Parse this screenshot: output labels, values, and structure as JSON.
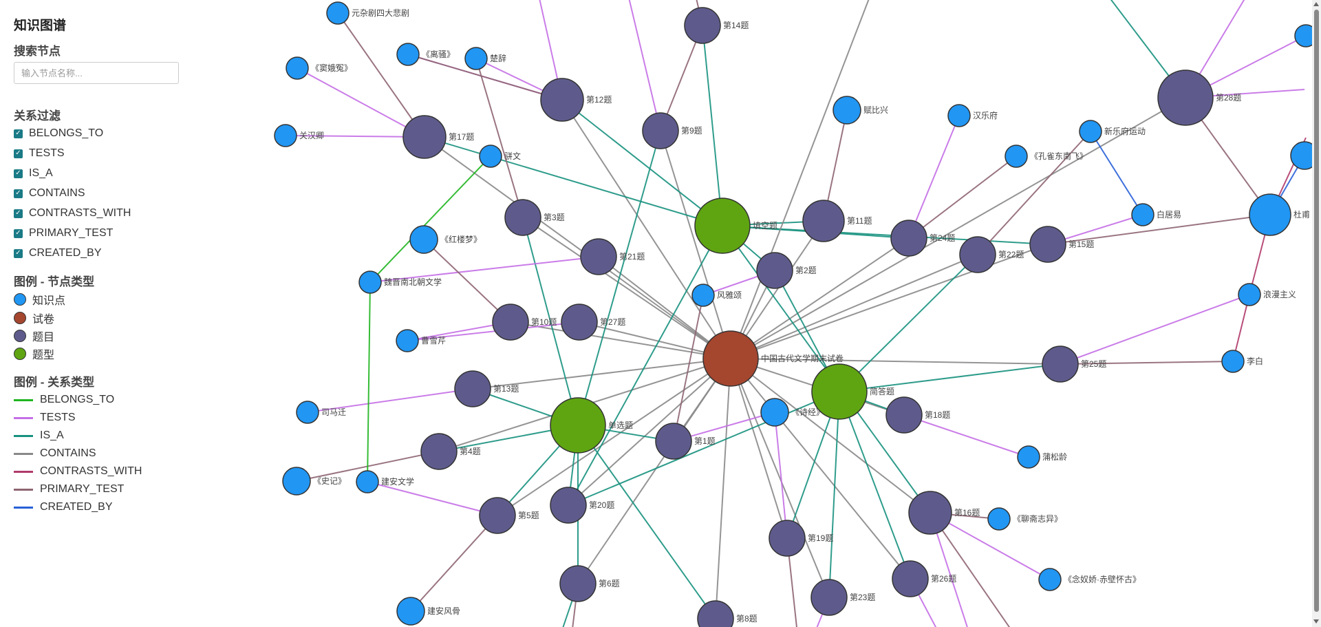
{
  "sidebar": {
    "title": "知识图谱",
    "search_heading": "搜索节点",
    "search_placeholder": "输入节点名称...",
    "filter_heading": "关系过滤",
    "filters": [
      "BELONGS_TO",
      "TESTS",
      "IS_A",
      "CONTAINS",
      "CONTRASTS_WITH",
      "PRIMARY_TEST",
      "CREATED_BY"
    ],
    "node_legend_heading": "图例 - 节点类型",
    "node_legend": [
      {
        "label": "知识点",
        "color": "#2196f3"
      },
      {
        "label": "试卷",
        "color": "#a5462f"
      },
      {
        "label": "题目",
        "color": "#5e5b8c"
      },
      {
        "label": "题型",
        "color": "#5fa512"
      }
    ],
    "edge_legend_heading": "图例 - 关系类型",
    "edge_legend": [
      {
        "label": "BELONGS_TO",
        "color": "#1fb51f"
      },
      {
        "label": "TESTS",
        "color": "#c46ee6"
      },
      {
        "label": "IS_A",
        "color": "#17917e"
      },
      {
        "label": "CONTAINS",
        "color": "#888888"
      },
      {
        "label": "CONTRASTS_WITH",
        "color": "#b03a6a"
      },
      {
        "label": "PRIMARY_TEST",
        "color": "#8e6572"
      },
      {
        "label": "CREATED_BY",
        "color": "#2860d8"
      }
    ]
  },
  "graph": {
    "colors": {
      "知识点": "#2196f3",
      "试卷": "#a5462f",
      "题目": "#5e5b8c",
      "题型": "#5fa512",
      "BELONGS_TO": "#1fb51f",
      "TESTS": "#c46ee6",
      "IS_A": "#17917e",
      "CONTAINS": "#888888",
      "CONTRASTS_WITH": "#b03a6a",
      "PRIMARY_TEST": "#8e6572",
      "CREATED_BY": "#2860d8"
    },
    "nodes": [
      {
        "id": "paper",
        "label": "中国古代文学期末试卷",
        "type": "试卷"
      },
      {
        "id": "tk",
        "label": "填空题",
        "type": "题型"
      },
      {
        "id": "dx",
        "label": "单选题",
        "type": "题型"
      },
      {
        "id": "jd",
        "label": "简答题",
        "type": "题型"
      },
      {
        "id": "q1",
        "label": "第1题",
        "type": "题目"
      },
      {
        "id": "q2",
        "label": "第2题",
        "type": "题目"
      },
      {
        "id": "q3",
        "label": "第3题",
        "type": "题目"
      },
      {
        "id": "q4",
        "label": "第4题",
        "type": "题目"
      },
      {
        "id": "q5",
        "label": "第5题",
        "type": "题目"
      },
      {
        "id": "q6",
        "label": "第6题",
        "type": "题目"
      },
      {
        "id": "q8",
        "label": "第8题",
        "type": "题目"
      },
      {
        "id": "q9",
        "label": "第9题",
        "type": "题目"
      },
      {
        "id": "q10",
        "label": "第10题",
        "type": "题目"
      },
      {
        "id": "q11",
        "label": "第11题",
        "type": "题目"
      },
      {
        "id": "q12",
        "label": "第12题",
        "type": "题目"
      },
      {
        "id": "q13",
        "label": "第13题",
        "type": "题目"
      },
      {
        "id": "q14",
        "label": "第14题",
        "type": "题目"
      },
      {
        "id": "q15",
        "label": "第15题",
        "type": "题目"
      },
      {
        "id": "q16",
        "label": "第16题",
        "type": "题目"
      },
      {
        "id": "q17",
        "label": "第17题",
        "type": "题目"
      },
      {
        "id": "q18",
        "label": "第18题",
        "type": "题目"
      },
      {
        "id": "q19",
        "label": "第19题",
        "type": "题目"
      },
      {
        "id": "q20",
        "label": "第20题",
        "type": "题目"
      },
      {
        "id": "q21",
        "label": "第21题",
        "type": "题目"
      },
      {
        "id": "q22",
        "label": "第22题",
        "type": "题目"
      },
      {
        "id": "q23",
        "label": "第23题",
        "type": "题目"
      },
      {
        "id": "q24",
        "label": "第24题",
        "type": "题目"
      },
      {
        "id": "q25",
        "label": "第25题",
        "type": "题目"
      },
      {
        "id": "q26",
        "label": "第26题",
        "type": "题目"
      },
      {
        "id": "q27",
        "label": "第27题",
        "type": "题目"
      },
      {
        "id": "q28",
        "label": "第28题",
        "type": "题目"
      },
      {
        "id": "k_yuan",
        "label": "元杂剧四大悲剧",
        "type": "知识点"
      },
      {
        "id": "k_dou",
        "label": "《窦娥冤》",
        "type": "知识点"
      },
      {
        "id": "k_lisao",
        "label": "《离骚》",
        "type": "知识点"
      },
      {
        "id": "k_chuci",
        "label": "楚辞",
        "type": "知识点"
      },
      {
        "id": "k_guan",
        "label": "关汉卿",
        "type": "知识点"
      },
      {
        "id": "k_pianwen",
        "label": "骈文",
        "type": "知识点"
      },
      {
        "id": "k_hlm",
        "label": "《红楼梦》",
        "type": "知识点"
      },
      {
        "id": "k_wjn",
        "label": "魏晋南北朝文学",
        "type": "知识点"
      },
      {
        "id": "k_ccf",
        "label": "曹雪芹",
        "type": "知识点"
      },
      {
        "id": "k_smq",
        "label": "司马迁",
        "type": "知识点"
      },
      {
        "id": "k_shiji",
        "label": "《史记》",
        "type": "知识点"
      },
      {
        "id": "k_jianan",
        "label": "建安文学",
        "type": "知识点"
      },
      {
        "id": "k_jafg",
        "label": "建安风骨",
        "type": "知识点"
      },
      {
        "id": "k_fengya",
        "label": "风雅颂",
        "type": "知识点"
      },
      {
        "id": "k_shijing",
        "label": "《诗经》",
        "type": "知识点"
      },
      {
        "id": "k_fbx",
        "label": "赋比兴",
        "type": "知识点"
      },
      {
        "id": "k_hyf",
        "label": "汉乐府",
        "type": "知识点"
      },
      {
        "id": "k_kque",
        "label": "《孔雀东南飞》",
        "type": "知识点"
      },
      {
        "id": "k_xyf",
        "label": "新乐府运动",
        "type": "知识点"
      },
      {
        "id": "k_bjy",
        "label": "白居易",
        "type": "知识点"
      },
      {
        "id": "k_dufu",
        "label": "杜甫",
        "type": "知识点"
      },
      {
        "id": "k_lm",
        "label": "浪漫主义",
        "type": "知识点"
      },
      {
        "id": "k_libai",
        "label": "李白",
        "type": "知识点"
      },
      {
        "id": "k_psl",
        "label": "蒲松龄",
        "type": "知识点"
      },
      {
        "id": "k_lzzy",
        "label": "《聊斋志异》",
        "type": "知识点"
      },
      {
        "id": "k_nnj",
        "label": "《念奴娇·赤壁怀古》",
        "type": "知识点"
      },
      {
        "id": "k_tr1",
        "label": "",
        "type": "知识点"
      },
      {
        "id": "k_tr2",
        "label": "",
        "type": "知识点"
      }
    ],
    "edges": [
      {
        "s": "paper",
        "t": "q1",
        "type": "CONTAINS"
      },
      {
        "s": "paper",
        "t": "q2",
        "type": "CONTAINS"
      },
      {
        "s": "paper",
        "t": "q3",
        "type": "CONTAINS"
      },
      {
        "s": "paper",
        "t": "q4",
        "type": "CONTAINS"
      },
      {
        "s": "paper",
        "t": "q5",
        "type": "CONTAINS"
      },
      {
        "s": "paper",
        "t": "q6",
        "type": "CONTAINS"
      },
      {
        "s": "paper",
        "t": "q8",
        "type": "CONTAINS"
      },
      {
        "s": "paper",
        "t": "q9",
        "type": "CONTAINS"
      },
      {
        "s": "paper",
        "t": "q10",
        "type": "CONTAINS"
      },
      {
        "s": "paper",
        "t": "q11",
        "type": "CONTAINS"
      },
      {
        "s": "paper",
        "t": "q12",
        "type": "CONTAINS"
      },
      {
        "s": "paper",
        "t": "q13",
        "type": "CONTAINS"
      },
      {
        "s": "paper",
        "t": "q15",
        "type": "CONTAINS"
      },
      {
        "s": "paper",
        "t": "q16",
        "type": "CONTAINS"
      },
      {
        "s": "paper",
        "t": "q17",
        "type": "CONTAINS"
      },
      {
        "s": "paper",
        "t": "q18",
        "type": "CONTAINS"
      },
      {
        "s": "paper",
        "t": "q19",
        "type": "CONTAINS"
      },
      {
        "s": "paper",
        "t": "q20",
        "type": "CONTAINS"
      },
      {
        "s": "paper",
        "t": "q21",
        "type": "CONTAINS"
      },
      {
        "s": "paper",
        "t": "q22",
        "type": "CONTAINS"
      },
      {
        "s": "paper",
        "t": "q23",
        "type": "CONTAINS"
      },
      {
        "s": "paper",
        "t": "q24",
        "type": "CONTAINS"
      },
      {
        "s": "paper",
        "t": "q25",
        "type": "CONTAINS"
      },
      {
        "s": "paper",
        "t": "q26",
        "type": "CONTAINS"
      },
      {
        "s": "paper",
        "t": "q27",
        "type": "CONTAINS"
      },
      {
        "s": "paper",
        "t": "q28",
        "type": "CONTAINS"
      },
      {
        "s": "q1",
        "t": "dx",
        "type": "IS_A"
      },
      {
        "s": "q4",
        "t": "dx",
        "type": "IS_A"
      },
      {
        "s": "q5",
        "t": "dx",
        "type": "IS_A"
      },
      {
        "s": "q6",
        "t": "dx",
        "type": "IS_A"
      },
      {
        "s": "q3",
        "t": "dx",
        "type": "IS_A"
      },
      {
        "s": "q9",
        "t": "dx",
        "type": "IS_A"
      },
      {
        "s": "q13",
        "t": "dx",
        "type": "IS_A"
      },
      {
        "s": "q20",
        "t": "dx",
        "type": "IS_A"
      },
      {
        "s": "q8",
        "t": "dx",
        "type": "IS_A"
      },
      {
        "s": "q12",
        "t": "tk",
        "type": "IS_A"
      },
      {
        "s": "q14",
        "t": "tk",
        "type": "IS_A"
      },
      {
        "s": "q17",
        "t": "tk",
        "type": "IS_A"
      },
      {
        "s": "q11",
        "t": "tk",
        "type": "IS_A"
      },
      {
        "s": "q24",
        "t": "tk",
        "type": "IS_A"
      },
      {
        "s": "q15",
        "t": "tk",
        "type": "IS_A"
      },
      {
        "s": "q16",
        "t": "tk",
        "type": "IS_A"
      },
      {
        "s": "q2",
        "t": "tk",
        "type": "IS_A"
      },
      {
        "s": "q20",
        "t": "tk",
        "type": "IS_A"
      },
      {
        "s": "q18",
        "t": "jd",
        "type": "IS_A"
      },
      {
        "s": "q19",
        "t": "jd",
        "type": "IS_A"
      },
      {
        "s": "q23",
        "t": "jd",
        "type": "IS_A"
      },
      {
        "s": "q25",
        "t": "jd",
        "type": "IS_A"
      },
      {
        "s": "q26",
        "t": "jd",
        "type": "IS_A"
      },
      {
        "s": "q22",
        "t": "jd",
        "type": "IS_A"
      },
      {
        "s": "q2",
        "t": "jd",
        "type": "IS_A"
      },
      {
        "s": "q20",
        "t": "jd",
        "type": "IS_A"
      },
      {
        "s": "q17",
        "t": "k_guan",
        "type": "TESTS"
      },
      {
        "s": "q17",
        "t": "k_dou",
        "type": "TESTS"
      },
      {
        "s": "q12",
        "t": "k_lisao",
        "type": "TESTS"
      },
      {
        "s": "q12",
        "t": "k_chuci",
        "type": "TESTS"
      },
      {
        "s": "q21",
        "t": "k_wjn",
        "type": "TESTS"
      },
      {
        "s": "q10",
        "t": "k_ccf",
        "type": "TESTS"
      },
      {
        "s": "q13",
        "t": "k_smq",
        "type": "TESTS"
      },
      {
        "s": "q5",
        "t": "k_jianan",
        "type": "TESTS"
      },
      {
        "s": "q27",
        "t": "k_ccf",
        "type": "TESTS"
      },
      {
        "s": "q18",
        "t": "k_psl",
        "type": "TESTS"
      },
      {
        "s": "q16",
        "t": "k_nnj",
        "type": "TESTS"
      },
      {
        "s": "q25",
        "t": "k_lm",
        "type": "TESTS"
      },
      {
        "s": "q24",
        "t": "k_hyf",
        "type": "TESTS"
      },
      {
        "s": "q15",
        "t": "k_bjy",
        "type": "TESTS"
      },
      {
        "s": "q28",
        "t": "k_tr1",
        "type": "TESTS"
      },
      {
        "s": "q1",
        "t": "k_shijing",
        "type": "TESTS"
      },
      {
        "s": "q2",
        "t": "k_fengya",
        "type": "TESTS"
      },
      {
        "s": "q19",
        "t": "k_shijing",
        "type": "TESTS"
      },
      {
        "s": "q9",
        "t": "q9",
        "type": "TESTS"
      },
      {
        "s": "q17",
        "t": "k_yuan",
        "type": "PRIMARY_TEST"
      },
      {
        "s": "q12",
        "t": "k_lisao",
        "type": "PRIMARY_TEST"
      },
      {
        "s": "q3",
        "t": "k_chuci",
        "type": "PRIMARY_TEST"
      },
      {
        "s": "q10",
        "t": "k_hlm",
        "type": "PRIMARY_TEST"
      },
      {
        "s": "q4",
        "t": "k_shiji",
        "type": "PRIMARY_TEST"
      },
      {
        "s": "q5",
        "t": "k_jafg",
        "type": "PRIMARY_TEST"
      },
      {
        "s": "q11",
        "t": "k_fbx",
        "type": "PRIMARY_TEST"
      },
      {
        "s": "q24",
        "t": "k_kque",
        "type": "PRIMARY_TEST"
      },
      {
        "s": "q22",
        "t": "k_xyf",
        "type": "PRIMARY_TEST"
      },
      {
        "s": "q15",
        "t": "k_dufu",
        "type": "PRIMARY_TEST"
      },
      {
        "s": "q25",
        "t": "k_libai",
        "type": "PRIMARY_TEST"
      },
      {
        "s": "q16",
        "t": "k_lzzy",
        "type": "PRIMARY_TEST"
      },
      {
        "s": "q28",
        "t": "k_dufu",
        "type": "PRIMARY_TEST"
      },
      {
        "s": "q1",
        "t": "k_fengya",
        "type": "PRIMARY_TEST"
      },
      {
        "s": "q14",
        "t": "q9",
        "type": "PRIMARY_TEST"
      },
      {
        "s": "k_pianwen",
        "t": "k_wjn",
        "type": "BELONGS_TO"
      },
      {
        "s": "k_jianan",
        "t": "k_wjn",
        "type": "BELONGS_TO"
      },
      {
        "s": "k_xyf",
        "t": "k_bjy",
        "type": "CREATED_BY"
      },
      {
        "s": "k_dufu",
        "t": "k_tr2",
        "type": "CREATED_BY"
      },
      {
        "s": "k_lm",
        "t": "k_libai",
        "type": "CONTRASTS_WITH"
      },
      {
        "s": "k_dufu",
        "t": "k_lm",
        "type": "CONTRASTS_WITH"
      }
    ]
  }
}
